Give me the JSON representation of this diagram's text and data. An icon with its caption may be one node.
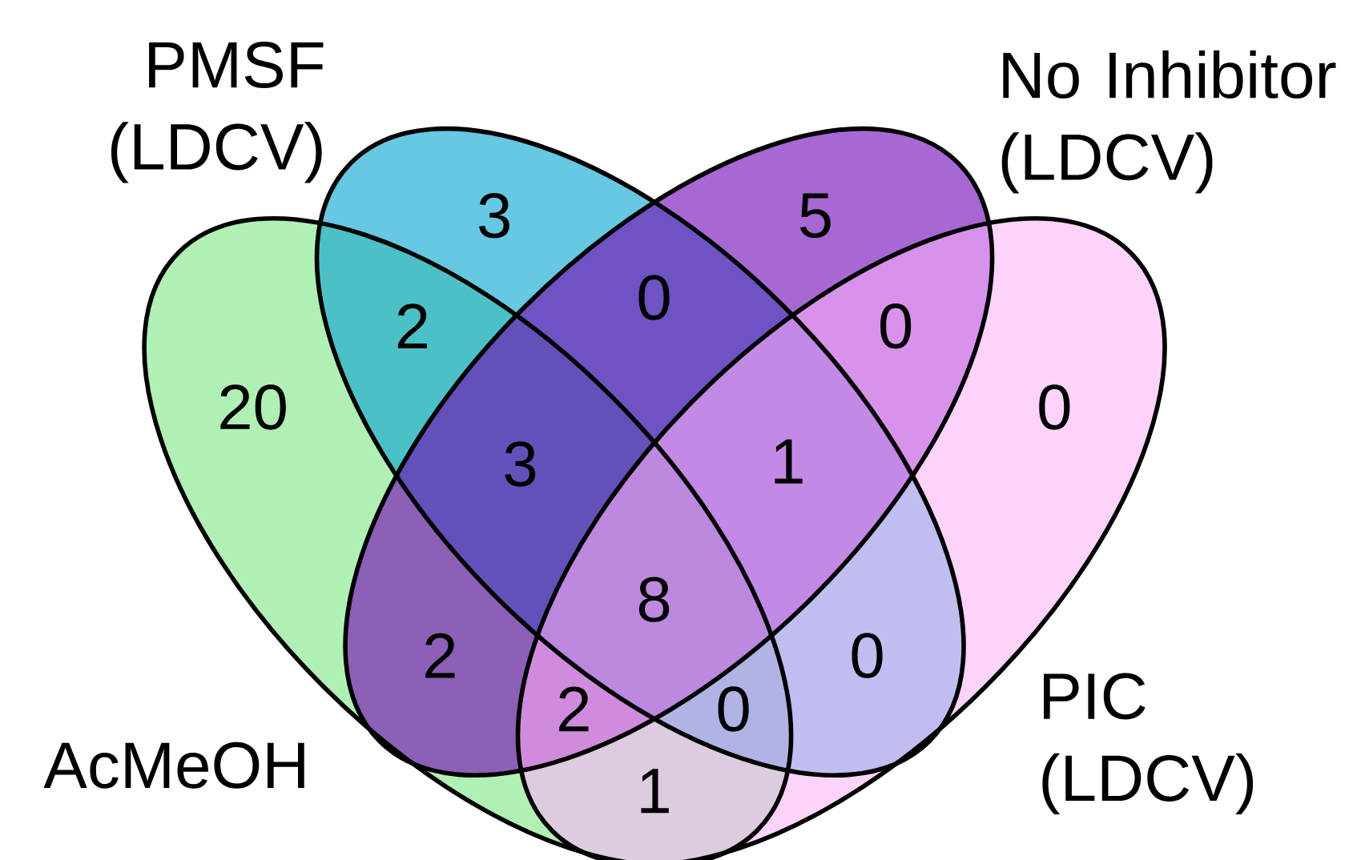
{
  "diagram": {
    "nodes": [
      {
        "text": [
          "PMSF (LDCV)"
        ]
      },
      {
        "text": [
          "No Inhibitor (LDCV)"
        ]
      },
      {
        "text": [
          "AcMeOH"
        ]
      },
      {
        "text": [
          "PIC (LDCV)"
        ]
      }
    ],
    "edges": [],
    "labels": [
      "3",
      "5",
      "0",
      "2",
      "0",
      "20",
      "0",
      "3",
      "1",
      "8",
      "2",
      "0",
      "2",
      "0",
      "1"
    ]
  }
}
